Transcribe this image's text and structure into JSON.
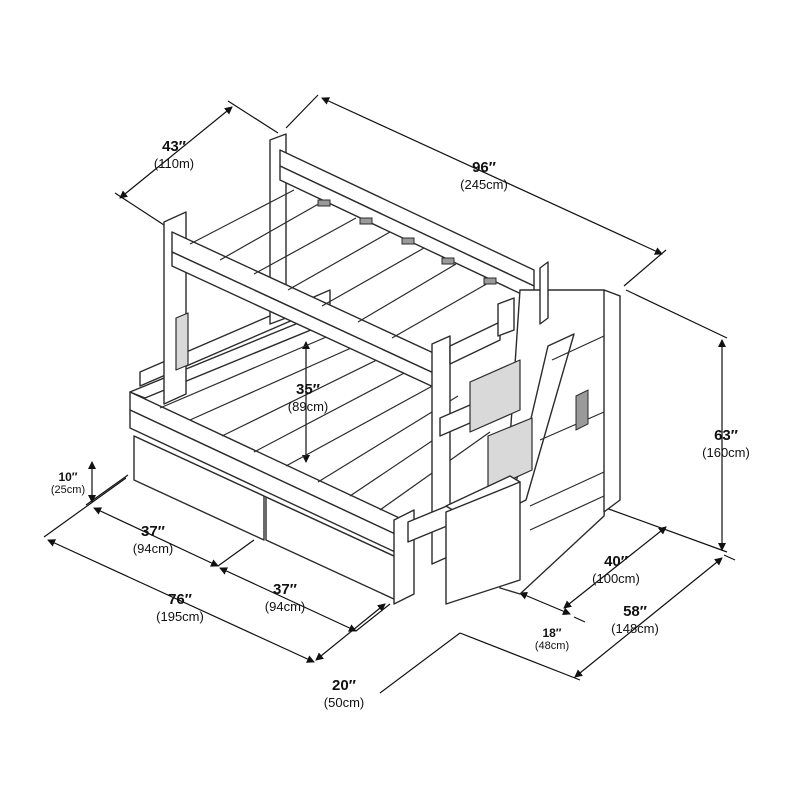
{
  "diagram": {
    "dimensions": [
      {
        "id": "depth-top",
        "value": "43″",
        "metric": "(110m)"
      },
      {
        "id": "length-top",
        "value": "96″",
        "metric": "(245cm)"
      },
      {
        "id": "height",
        "value": "63″",
        "metric": "(160cm)"
      },
      {
        "id": "bunk-clearance",
        "value": "35″",
        "metric": "(89cm)"
      },
      {
        "id": "drawer-height",
        "value": "10″",
        "metric": "(25cm)"
      },
      {
        "id": "drawer-width-1",
        "value": "37″",
        "metric": "(94cm)"
      },
      {
        "id": "drawer-width-2",
        "value": "37″",
        "metric": "(94cm)"
      },
      {
        "id": "bed-length",
        "value": "76″",
        "metric": "(195cm)"
      },
      {
        "id": "drawer-depth",
        "value": "20″",
        "metric": "(50cm)"
      },
      {
        "id": "stair-depth",
        "value": "40″",
        "metric": "(100cm)"
      },
      {
        "id": "stair-width",
        "value": "18″",
        "metric": "(48cm)"
      },
      {
        "id": "total-width",
        "value": "58″",
        "metric": "(148cm)"
      }
    ]
  }
}
